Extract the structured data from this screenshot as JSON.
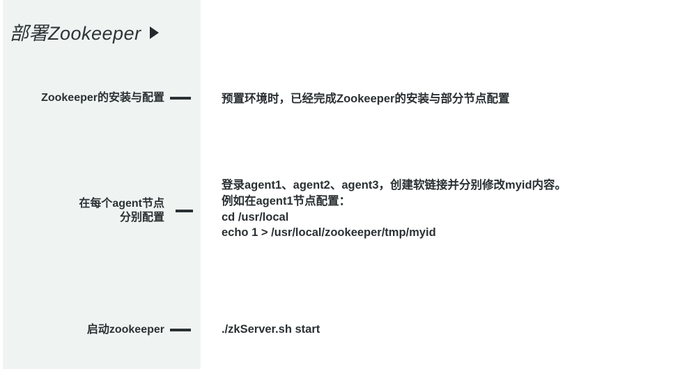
{
  "title": {
    "text": "部署Zookeeper",
    "arrow_icon": "play-triangle-icon"
  },
  "theme": {
    "panel_background": "#eff4f3",
    "canvas_background": "#ffffff",
    "text_color": "#2b3133",
    "connector_color": "#2b3133"
  },
  "branches": [
    {
      "label": "Zookeeper的安装与配置",
      "content": "预置环境时，已经完成Zookeeper的安装与部分节点配置"
    },
    {
      "label": "在每个agent节点\n分别配置",
      "content": "登录agent1、agent2、agent3，创建软链接并分别修改myid内容。\n例如在agent1节点配置：\ncd /usr/local\necho 1 > /usr/local/zookeeper/tmp/myid"
    },
    {
      "label": "启动zookeeper",
      "content": "./zkServer.sh start"
    }
  ]
}
